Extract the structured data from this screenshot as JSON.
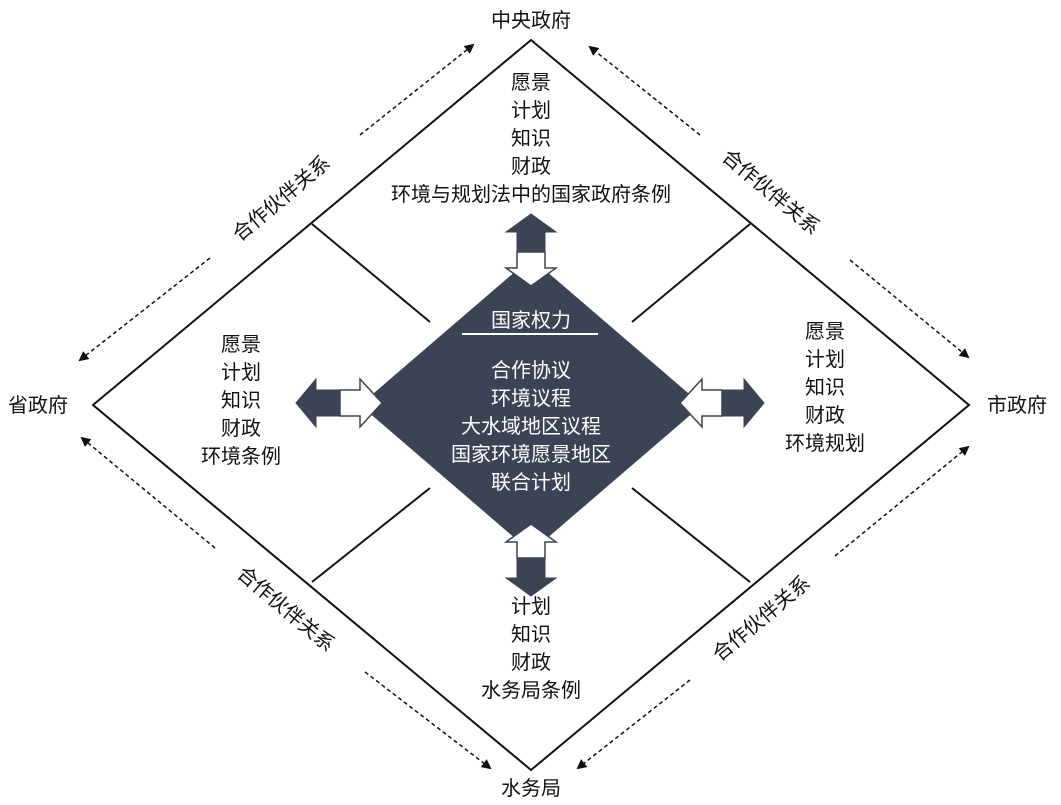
{
  "nodes": {
    "top": "中央政府",
    "left": "省政府",
    "right": "市政府",
    "bottom": "水务局"
  },
  "center": {
    "title": "国家权力",
    "items": [
      "合作协议",
      "环境议程",
      "大水域地区议程",
      "国家环境愿景地区",
      "联合计划"
    ]
  },
  "quadrants": {
    "top": [
      "愿景",
      "计划",
      "知识",
      "财政",
      "环境与规划法中的国家政府条例"
    ],
    "left": [
      "愿景",
      "计划",
      "知识",
      "财政",
      "环境条例"
    ],
    "right": [
      "愿景",
      "计划",
      "知识",
      "财政",
      "环境规划"
    ],
    "bottom": [
      "计划",
      "知识",
      "财政",
      "水务局条例"
    ]
  },
  "relations": {
    "top_left": "合作伙伴关系",
    "top_right": "合作伙伴关系",
    "bottom_left": "合作伙伴关系",
    "bottom_right": "合作伙伴关系"
  },
  "colors": {
    "center_fill": "#3b4354",
    "line": "#111111",
    "arrow_outline": "#ffffff"
  }
}
